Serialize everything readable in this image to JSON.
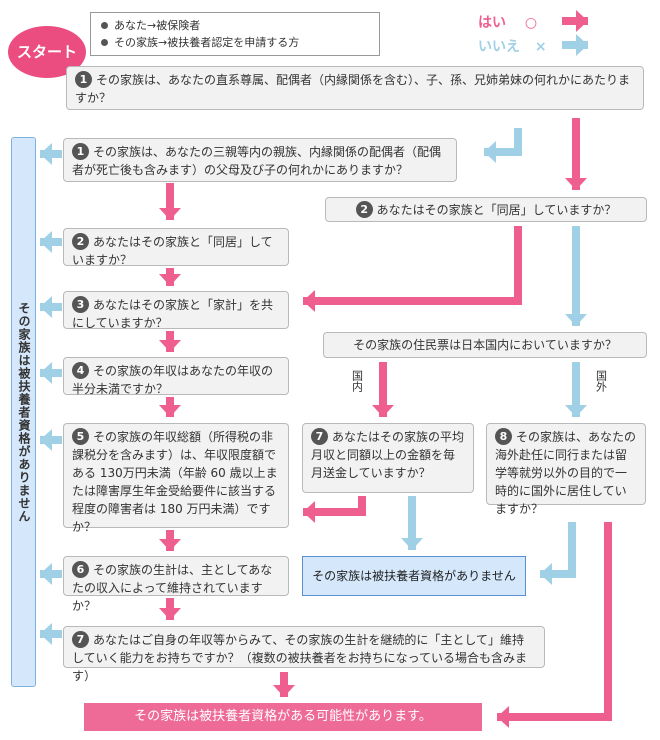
{
  "start_label": "スタート",
  "info": {
    "line1": "あなた→被保険者",
    "line2": "その家族→被扶養者認定を申請する方"
  },
  "legend": {
    "yes_label": "はい",
    "yes_mark": "○",
    "no_label": "いいえ",
    "no_mark": "×",
    "yes_color": "#ee5f8f",
    "no_color": "#9fd0e6"
  },
  "sidebar_text": "その家族は被扶養者資格がありません",
  "question_top": {
    "num": "1",
    "text": "その家族は、あなたの直系尊属、配偶者（内縁関係を含む）、子、孫、兄姉弟妹の何れかにあたりますか？"
  },
  "left_questions": [
    {
      "num": "1",
      "text": "その家族は、あなたの三親等内の親族、内縁関係の配偶者（配偶者が死亡後も含みます）の父母及び子の何れかにありますか？"
    },
    {
      "num": "2",
      "text": "あなたはその家族と「同居」していますか？"
    },
    {
      "num": "3",
      "text": "あなたはその家族と「家計」を共にしていますか？"
    },
    {
      "num": "4",
      "text": "その家族の年収はあなたの年収の半分未満ですか？"
    },
    {
      "num": "5",
      "text": "その家族の年収総額（所得税の非課税分を含みます）は、年収限度額である 130万円未満（年齢 60 歳以上または障害厚生年金受給要件に該当する程度の障害者は 180 万円未満）ですか？"
    },
    {
      "num": "6",
      "text": "その家族の生計は、主としてあなたの収入によって維持されていますか？"
    },
    {
      "num": "7",
      "text": "あなたはご自身の年収等からみて、その家族の生計を継続的に「主として」維持していく能力をお持ちですか？（複数の被扶養者をお持ちになっている場合も含みます）"
    }
  ],
  "right_q2": {
    "num": "2",
    "text": "あなたはその家族と「同居」していますか？"
  },
  "residence_q": {
    "text": "その家族の住民票は日本国内においていますか？"
  },
  "domestic_label": "国内",
  "overseas_label": "国外",
  "q7_domestic": {
    "num": "7",
    "text": "あなたはその家族の平均月収と同額以上の金額を毎月送金していますか？"
  },
  "q8_overseas": {
    "num": "8",
    "text": "その家族は、あなたの海外赴任に同行または留学等就労以外の目的で一時的に国外に居住していますか？"
  },
  "result_no": "その家族は被扶養者資格がありません",
  "result_yes": "その家族は被扶養者資格がある可能性があります。"
}
